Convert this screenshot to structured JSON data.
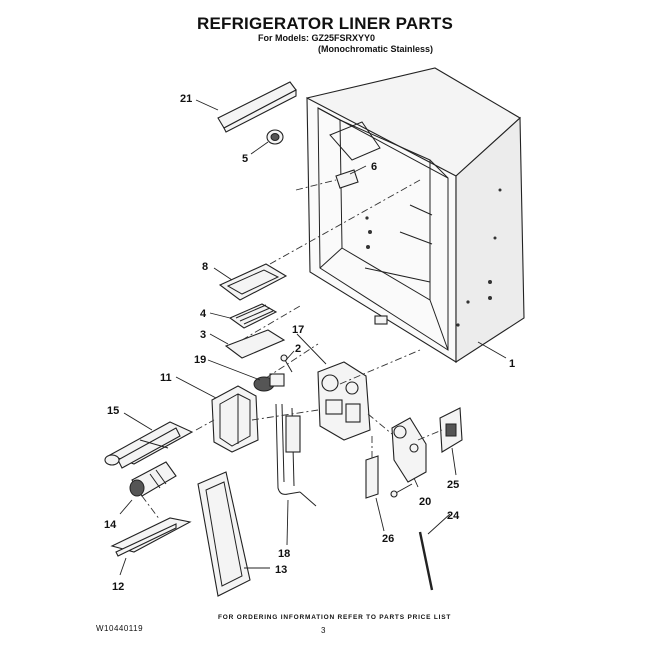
{
  "header": {
    "title": "REFRIGERATOR LINER PARTS",
    "models_line": "For Models: GZ25FSRXYY0",
    "finish_line": "(Monochromatic Stainless)"
  },
  "callouts": {
    "c1": "1",
    "c2": "2",
    "c3": "3",
    "c4": "4",
    "c5": "5",
    "c6": "6",
    "c8": "8",
    "c11": "11",
    "c12": "12",
    "c13": "13",
    "c14": "14",
    "c15": "15",
    "c17": "17",
    "c18": "18",
    "c19": "19",
    "c20": "20",
    "c21": "21",
    "c24": "24",
    "c25": "25",
    "c26": "26"
  },
  "footer": {
    "ordering_note": "FOR ORDERING INFORMATION REFER TO PARTS PRICE LIST",
    "doc_number": "W10440119",
    "page_number": "3"
  }
}
